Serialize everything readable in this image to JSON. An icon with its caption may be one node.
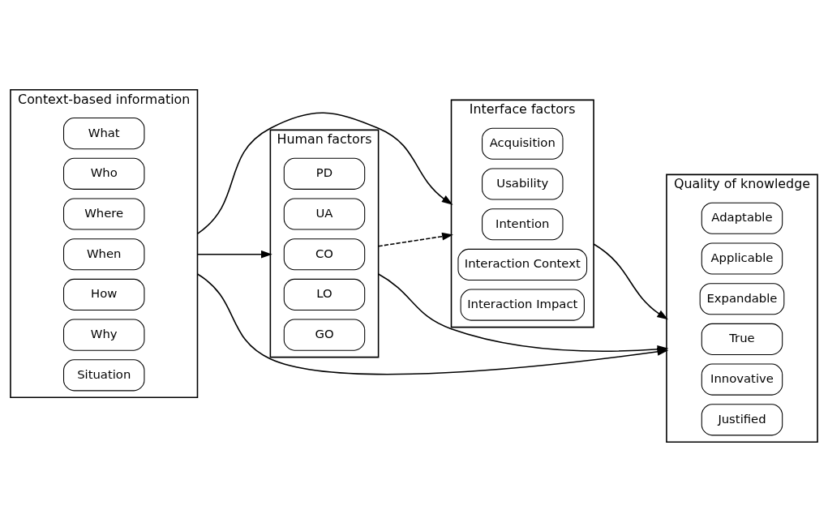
{
  "diagram": {
    "nodes": [
      {
        "text": [
          "Context-based information"
        ]
      },
      {
        "text": [
          "What"
        ],
        "in": 0
      },
      {
        "text": [
          "Who"
        ],
        "in": 0
      },
      {
        "text": [
          "Where"
        ],
        "in": 0
      },
      {
        "text": [
          "When"
        ],
        "in": 0
      },
      {
        "text": [
          "How"
        ],
        "in": 0
      },
      {
        "text": [
          "Why"
        ],
        "in": 0
      },
      {
        "text": [
          "Situation"
        ],
        "in": 0
      },
      {
        "text": [
          "Interface factors"
        ]
      },
      {
        "text": [
          "Acquisition"
        ],
        "in": 8
      },
      {
        "text": [
          "Usability"
        ],
        "in": 8
      },
      {
        "text": [
          "Intention"
        ],
        "in": 8
      },
      {
        "text": [
          "Interaction Context"
        ],
        "in": 8
      },
      {
        "text": [
          "Interaction Impact"
        ],
        "in": 8
      },
      {
        "text": [
          "Human factors"
        ]
      },
      {
        "text": [
          "PD"
        ],
        "in": 14
      },
      {
        "text": [
          "UA"
        ],
        "in": 14
      },
      {
        "text": [
          "CO"
        ],
        "in": 14
      },
      {
        "text": [
          "LO"
        ],
        "in": 14
      },
      {
        "text": [
          "GO"
        ],
        "in": 14
      },
      {
        "text": [
          "Quality of knowledge"
        ]
      },
      {
        "text": [
          "Adaptable"
        ],
        "in": 20
      },
      {
        "text": [
          "Applicable"
        ],
        "in": 20
      },
      {
        "text": [
          "Expandable"
        ],
        "in": 20
      },
      {
        "text": [
          "True"
        ],
        "in": 20
      },
      {
        "text": [
          "Innovative"
        ],
        "in": 20
      },
      {
        "text": [
          "Justified"
        ],
        "in": 20
      }
    ],
    "edges": [
      {
        "from": 0,
        "to": 8,
        "arrow": "to"
      },
      {
        "from": 0,
        "to": 20,
        "arrow": "to"
      },
      {
        "from": 0,
        "to": 14,
        "arrow": "to"
      },
      {
        "from": 14,
        "to": 20,
        "arrow": "to"
      },
      {
        "from": 8,
        "to": 20,
        "arrow": "to"
      },
      {
        "from": 14,
        "to": 8,
        "arrow": "to",
        "style": "dashed"
      }
    ]
  }
}
